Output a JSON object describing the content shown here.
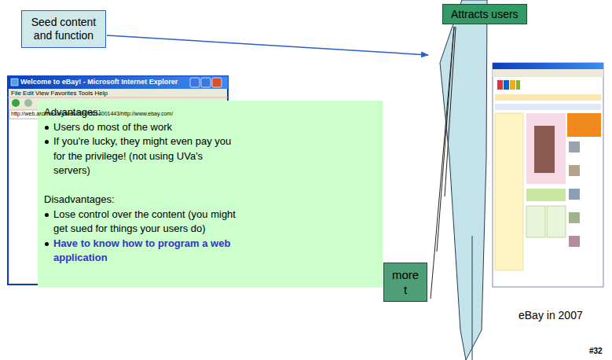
{
  "diagram": {
    "nodes": [
      {
        "text": [
          "Attracts users"
        ]
      },
      {
        "text": [
          "Seed content and function"
        ]
      },
      {
        "text": [
          "Advantages:",
          "Users do most of the work",
          "If you're lucky, they might even pay you for the privilege! (not using UVa's servers)",
          "Disadvantages:",
          "Lose control over the content (you might get sued for things your users do)",
          "Have to know how to program a web application"
        ]
      },
      {
        "text": [
          "more t"
        ]
      }
    ],
    "labels": [
      "Welcome to eBay! - Microsoft Internet Explorer",
      "File Edit View Favorites Tools Help",
      "http://web.archive.org/web/19970614001443/http://www.ebay.com/",
      "eBay in 2007",
      "#32"
    ]
  }
}
